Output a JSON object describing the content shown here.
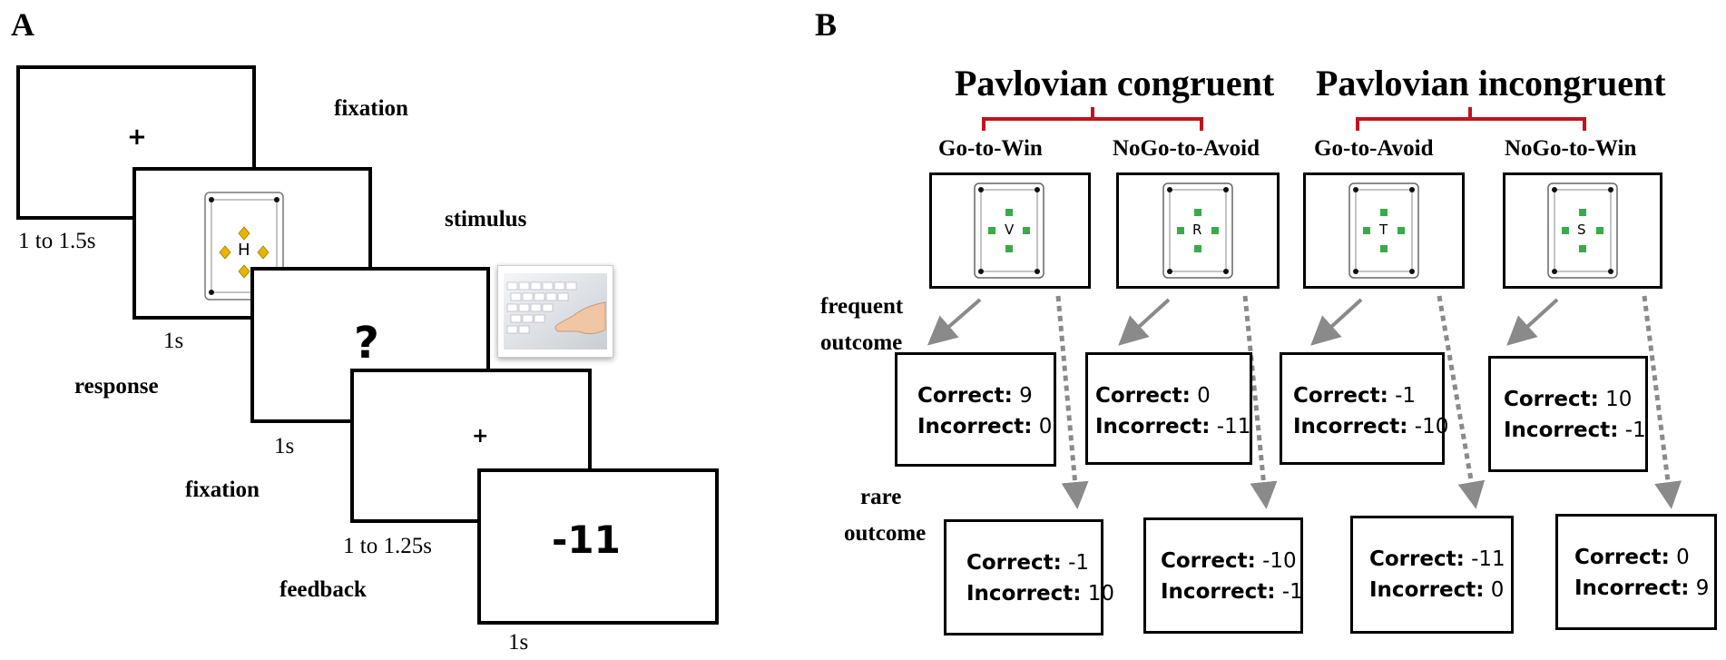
{
  "panel_a": {
    "letter": "A",
    "labels": {
      "fixation1": "fixation",
      "stimulus": "stimulus",
      "response": "response",
      "fixation2": "fixation",
      "feedback": "feedback"
    },
    "times": {
      "fixation1": "1 to 1.5s",
      "stimulus": "1s",
      "response": "1s",
      "fixation2": "1 to 1.25s",
      "feedback": "1s"
    },
    "screens": {
      "fixation1_symbol": "+",
      "stimulus_letter": "H",
      "response_symbol": "?",
      "fixation2_symbol": "+",
      "feedback_value": "-11"
    }
  },
  "panel_b": {
    "letter": "B",
    "group_congruent": "Pavlovian congruent",
    "group_incongruent": "Pavlovian incongruent",
    "frequent_label": [
      "frequent",
      "outcome"
    ],
    "rare_label": [
      "rare",
      "outcome"
    ],
    "conditions": [
      {
        "name": "Go-to-Win",
        "letter": "V",
        "frequent": {
          "correct_label": "Correct:",
          "correct": "9",
          "incorrect_label": "Incorrect:",
          "incorrect": "0"
        },
        "rare": {
          "correct_label": "Correct:",
          "correct": "-1",
          "incorrect_label": "Incorrect:",
          "incorrect": "10"
        }
      },
      {
        "name": "NoGo-to-Avoid",
        "letter": "R",
        "frequent": {
          "correct_label": "Correct:",
          "correct": "0",
          "incorrect_label": "Incorrect:",
          "incorrect": "-11"
        },
        "rare": {
          "correct_label": "Correct:",
          "correct": "-10",
          "incorrect_label": "Incorrect:",
          "incorrect": "-1"
        }
      },
      {
        "name": "Go-to-Avoid",
        "letter": "T",
        "frequent": {
          "correct_label": "Correct:",
          "correct": "-1",
          "incorrect_label": "Incorrect:",
          "incorrect": "-10"
        },
        "rare": {
          "correct_label": "Correct:",
          "correct": "-11",
          "incorrect_label": "Incorrect:",
          "incorrect": "0"
        }
      },
      {
        "name": "NoGo-to-Win",
        "letter": "S",
        "frequent": {
          "correct_label": "Correct:",
          "correct": "10",
          "incorrect_label": "Incorrect:",
          "incorrect": "-1"
        },
        "rare": {
          "correct_label": "Correct:",
          "correct": "0",
          "incorrect_label": "Incorrect:",
          "incorrect": "9"
        }
      }
    ],
    "colors": {
      "bracket": "#c0141c",
      "card_symbol": "#3aaa4a",
      "diamond": "#e8b400",
      "arrow": "#8a8a8a"
    }
  }
}
